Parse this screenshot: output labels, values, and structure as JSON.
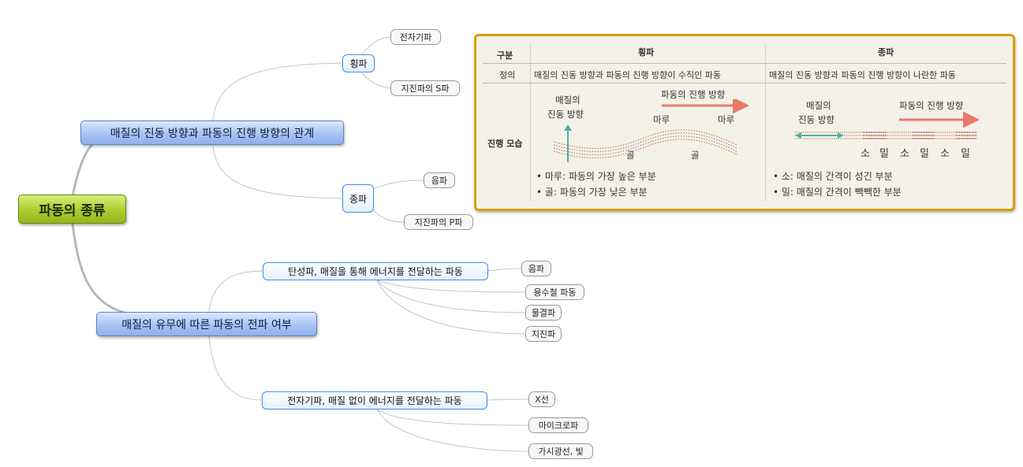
{
  "root": {
    "label": "파동의 종류"
  },
  "branch_relation": {
    "label": "매질의 진동 방향과 파동의 진행 방향의 관계",
    "transverse": {
      "label": "횡파",
      "leaves": [
        "전자기파",
        "지진파의 S파"
      ]
    },
    "longitudinal": {
      "label": "종파",
      "leaves": [
        "음파",
        "지진파의 P파"
      ]
    }
  },
  "branch_medium": {
    "label": "매질의 유무에 따른 파동의 전파 여부",
    "elastic": {
      "label": "탄성파, 매질을 통해 에너지를 전달하는 파동",
      "leaves": [
        "음파",
        "용수철 파동",
        "물결파",
        "지진파"
      ]
    },
    "em": {
      "label": "전자기파, 매질 없이 에너지를 전달하는 파동",
      "leaves": [
        "X선",
        "마이크로파",
        "가시광선, 빛"
      ]
    }
  },
  "callout": {
    "col_header": "구분",
    "col_transverse": "횡파",
    "col_longitudinal": "종파",
    "row_definition": "정의",
    "row_motion": "진행 모습",
    "def_transverse": "매질의 진동 방향과 파동의 진행 방향이 수직인 파동",
    "def_longitudinal": "매질의 진동 방향과 파동의 진행 방향이 나란한 파동",
    "t_medium_1": "매질의",
    "t_medium_2": "진동 방향",
    "t_propagation": "파동의 진행 방향",
    "crest": "마루",
    "trough": "골",
    "note_crest": "• 마루: 파동의 가장 높은 부분",
    "note_trough": "• 골: 파동의 가장 낮은 부분",
    "l_medium_1": "매질의",
    "l_medium_2": "진동 방향",
    "l_propagation": "파동의 진행 방향",
    "rarefaction": "소",
    "compression": "밀",
    "note_rare": "• 소: 매질의 간격이 성긴 부분",
    "note_comp": "• 밀: 매질의 간격이 빽빽한 부분"
  },
  "colors": {
    "root": "#a9cc2e",
    "branch": "#8fb0ea",
    "sub_border": "#3d8ee8",
    "frame": "#d9a000",
    "arrow": "#e87a6a",
    "axis_arrow": "#4fb0a8"
  }
}
